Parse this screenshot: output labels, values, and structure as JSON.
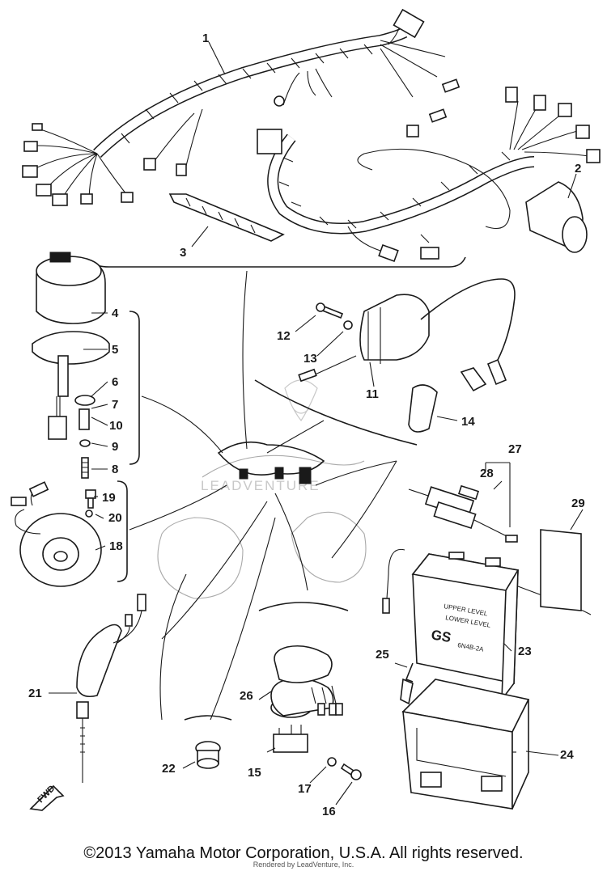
{
  "diagram": {
    "callouts": [
      "1",
      "2",
      "3",
      "4",
      "5",
      "6",
      "7",
      "8",
      "9",
      "10",
      "11",
      "12",
      "13",
      "14",
      "15",
      "16",
      "17",
      "18",
      "19",
      "20",
      "21",
      "22",
      "23",
      "24",
      "25",
      "26",
      "27",
      "28",
      "29"
    ],
    "fwd_label": "FWD",
    "battery_brand": "GS",
    "battery_model": "6N4B-2A",
    "battery_level_upper": "UPPER LEVEL",
    "battery_level_lower": "LOWER LEVEL"
  },
  "watermark": "LEADVENTURE",
  "footer": {
    "copyright": "©2013 Yamaha Motor Corporation, U.S.A. All rights reserved.",
    "rendered_by": "Rendered by LeadVenture, Inc."
  }
}
